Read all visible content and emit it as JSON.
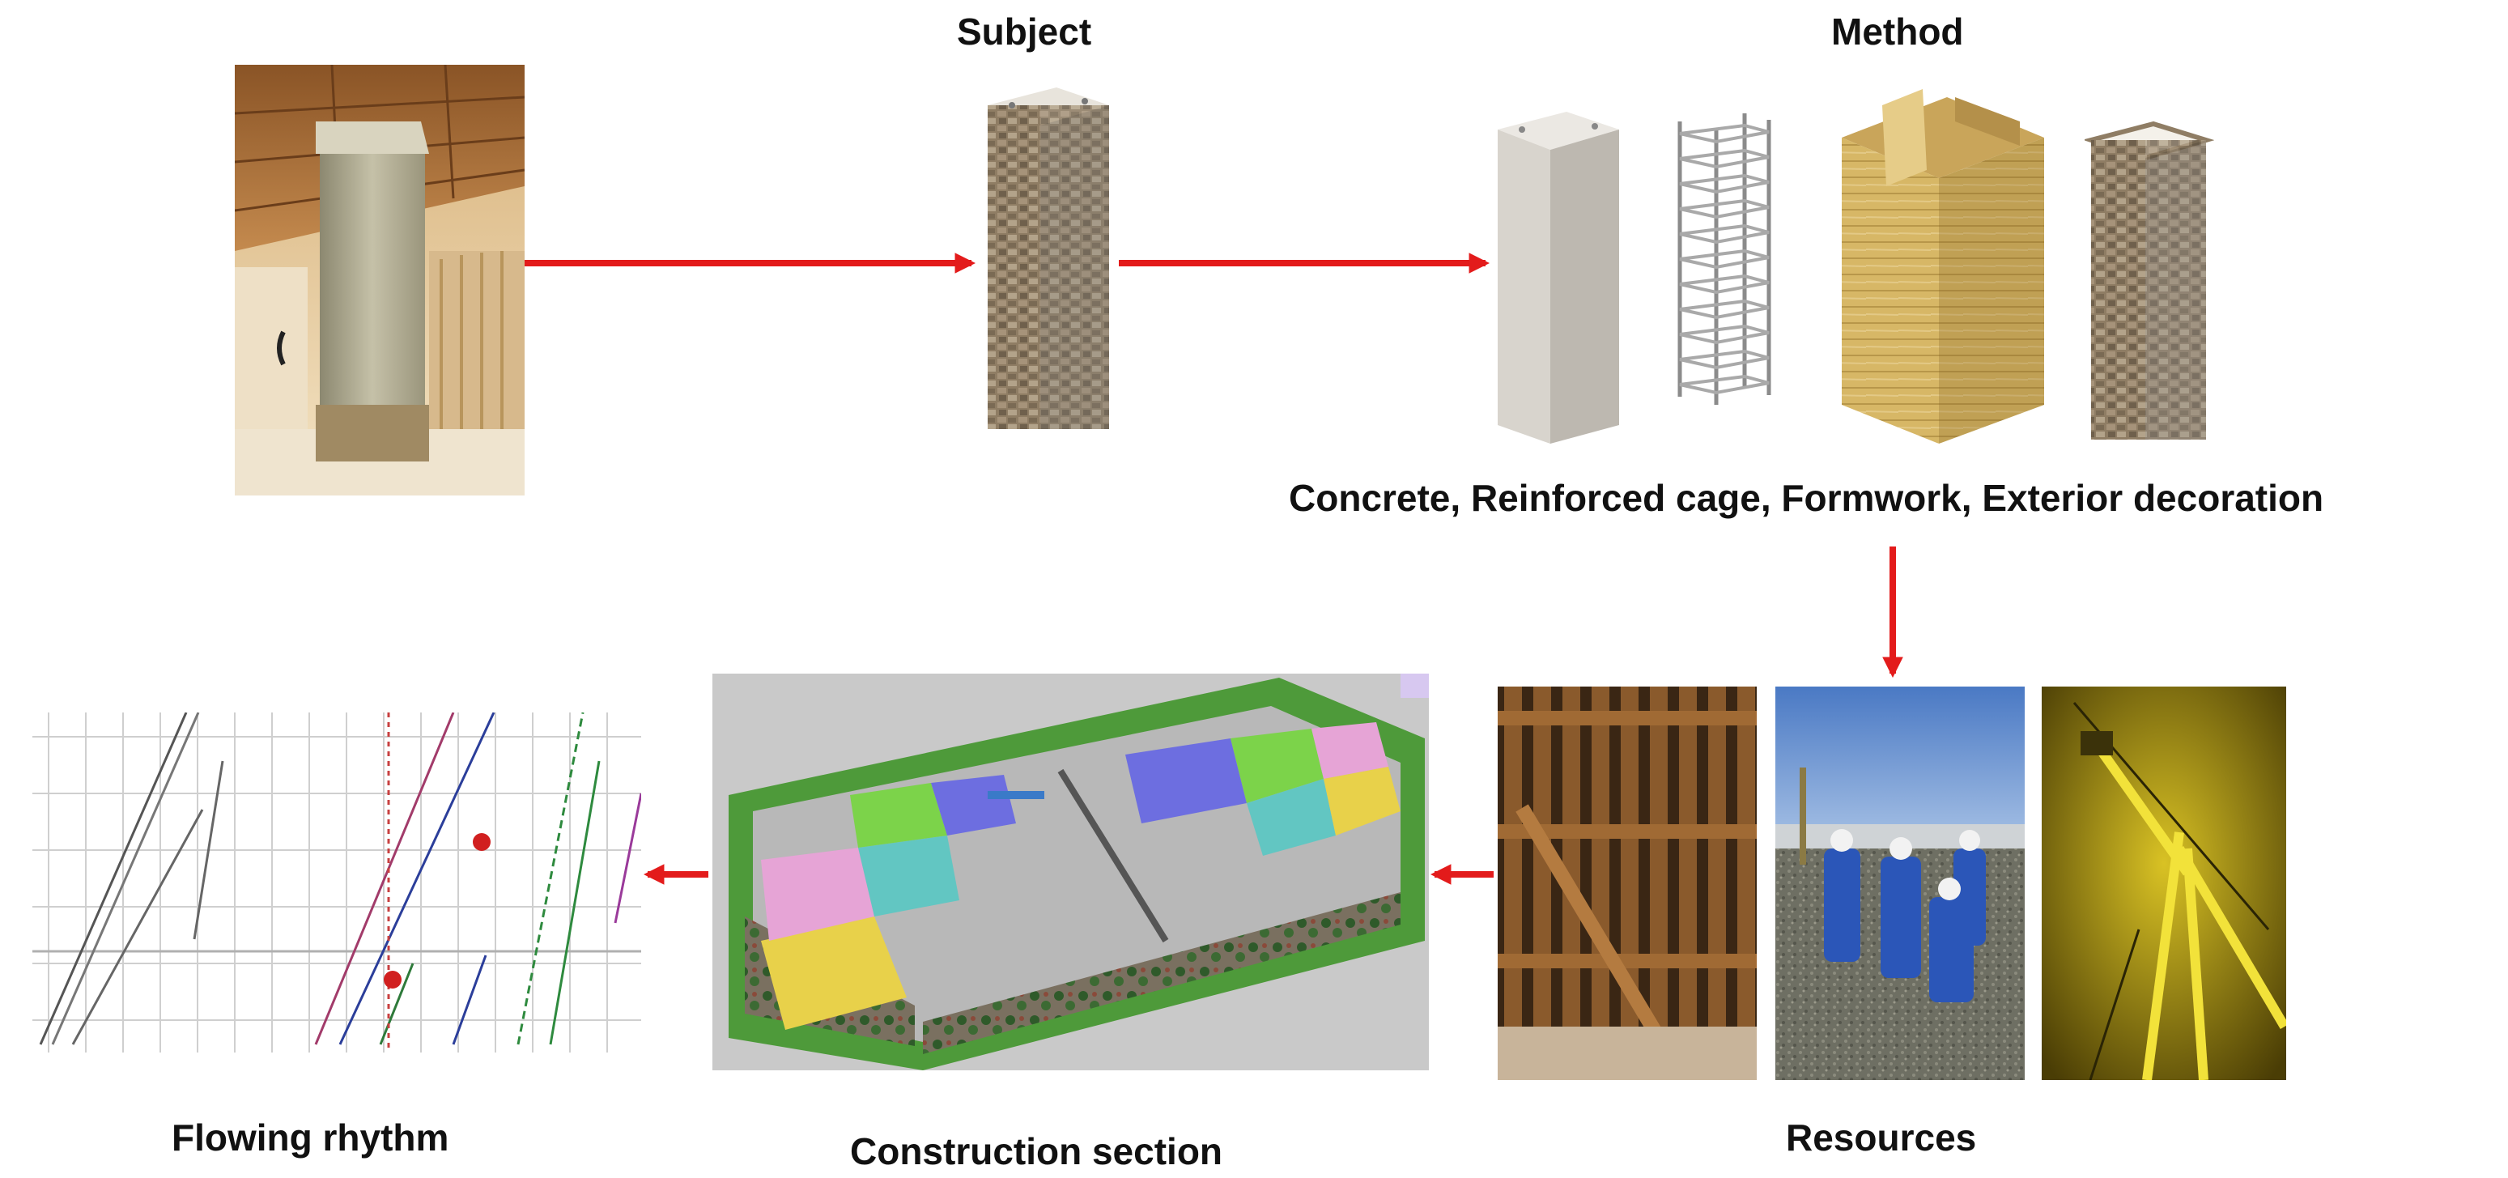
{
  "labels": {
    "subject": "Subject",
    "method": "Method",
    "method_items": "Concrete, Reinforced cage, Formwork, Exterior decoration",
    "resources": "Resources",
    "construction_section": "Construction section",
    "flowing_rhythm": "Flowing rhythm"
  },
  "colors": {
    "arrow": "#e31b1b",
    "stone": "#8c7a62",
    "concrete": "#cfcbc4",
    "formwork": "#d9b970",
    "crane": "#e5d21a"
  }
}
